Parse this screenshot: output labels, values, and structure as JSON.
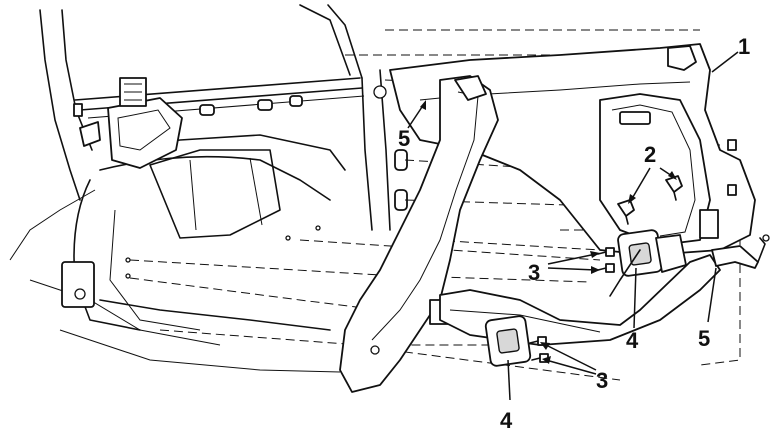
{
  "callouts": [
    {
      "id": "1",
      "label": "1"
    },
    {
      "id": "2",
      "label": "2"
    },
    {
      "id": "3a",
      "label": "3"
    },
    {
      "id": "3b",
      "label": "3"
    },
    {
      "id": "4a",
      "label": "4"
    },
    {
      "id": "4b",
      "label": "4"
    },
    {
      "id": "5a",
      "label": "5"
    },
    {
      "id": "5b",
      "label": "5"
    }
  ]
}
